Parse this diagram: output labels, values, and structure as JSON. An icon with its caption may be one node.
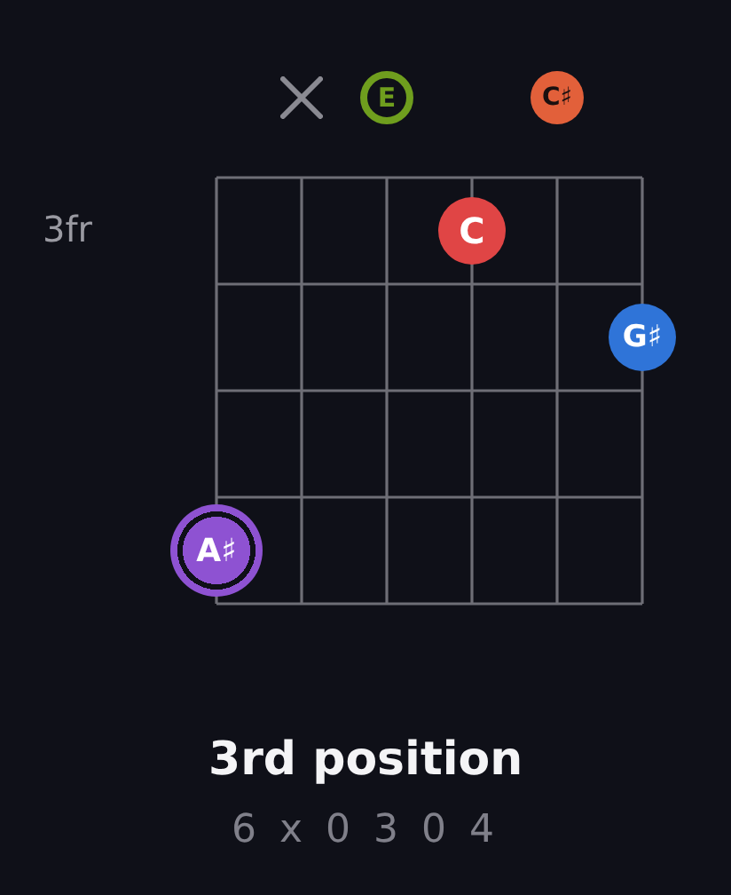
{
  "diagram": {
    "title": "3rd position",
    "nodes": [
      {
        "text": [
          "E"
        ]
      },
      {
        "text": [
          "C♯"
        ]
      },
      {
        "text": [
          "C"
        ]
      },
      {
        "text": [
          "G♯"
        ]
      },
      {
        "text": [
          "A♯"
        ]
      }
    ],
    "labels": [
      "3fr",
      "6 x 0 3 0 4"
    ]
  }
}
